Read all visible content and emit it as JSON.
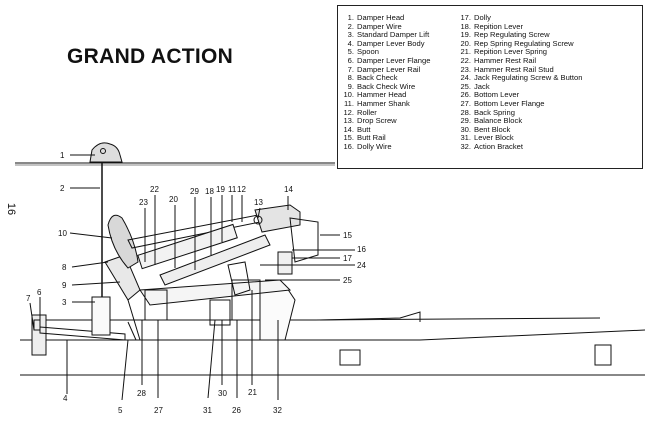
{
  "title": "GRAND ACTION",
  "page_number": "16",
  "legend": {
    "column1": [
      {
        "num": "1.",
        "label": "Damper Head"
      },
      {
        "num": "2.",
        "label": "Damper Wire"
      },
      {
        "num": "3.",
        "label": "Standard Damper Lift"
      },
      {
        "num": "4.",
        "label": "Damper Lever Body"
      },
      {
        "num": "5.",
        "label": "Spoon"
      },
      {
        "num": "6.",
        "label": "Damper Lever Flange"
      },
      {
        "num": "7.",
        "label": "Damper Lever Rail"
      },
      {
        "num": "8.",
        "label": "Back Check"
      },
      {
        "num": "9.",
        "label": "Back Check Wire"
      },
      {
        "num": "10.",
        "label": "Hammer Head"
      },
      {
        "num": "11.",
        "label": "Hammer Shank"
      },
      {
        "num": "12.",
        "label": "Roller"
      },
      {
        "num": "13.",
        "label": "Drop Screw"
      },
      {
        "num": "14.",
        "label": "Butt"
      },
      {
        "num": "15.",
        "label": "Butt Rail"
      },
      {
        "num": "16.",
        "label": "Dolly Wire"
      }
    ],
    "column2": [
      {
        "num": "17.",
        "label": "Dolly"
      },
      {
        "num": "18.",
        "label": "Repition Lever"
      },
      {
        "num": "19.",
        "label": "Rep Regulating Screw"
      },
      {
        "num": "20.",
        "label": "Rep Spring Regulating Screw"
      },
      {
        "num": "21.",
        "label": "Repition Lever Spring"
      },
      {
        "num": "22.",
        "label": "Hammer Rest Rail"
      },
      {
        "num": "23.",
        "label": "Hammer Rest Rail Stud"
      },
      {
        "num": "24.",
        "label": "Jack Regulating Screw & Button"
      },
      {
        "num": "25.",
        "label": "Jack"
      },
      {
        "num": "26.",
        "label": "Bottom Lever"
      },
      {
        "num": "27.",
        "label": "Bottom Lever Flange"
      },
      {
        "num": "28.",
        "label": "Back Spring"
      },
      {
        "num": "29.",
        "label": "Balance Block"
      },
      {
        "num": "30.",
        "label": "Bent Block"
      },
      {
        "num": "31.",
        "label": "Lever Block"
      },
      {
        "num": "32.",
        "label": "Action Bracket"
      }
    ]
  },
  "callouts": {
    "c1": "1",
    "c2": "2",
    "c3": "3",
    "c4": "4",
    "c5": "5",
    "c6": "6",
    "c7": "7",
    "c8": "8",
    "c9": "9",
    "c10": "10",
    "c11": "11",
    "c12": "12",
    "c13": "13",
    "c14": "14",
    "c15": "15",
    "c16": "16",
    "c17": "17",
    "c18": "18",
    "c19": "19",
    "c20": "20",
    "c21": "21",
    "c22": "22",
    "c23": "23",
    "c24": "24",
    "c25": "25",
    "c26": "26",
    "c27": "27",
    "c28": "28",
    "c29": "29",
    "c30": "30",
    "c31": "31",
    "c32": "32"
  }
}
